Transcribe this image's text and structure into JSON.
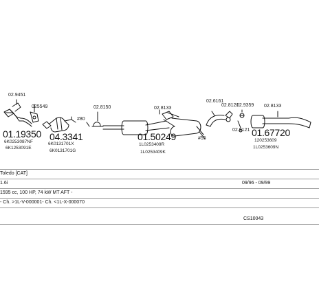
{
  "parts": {
    "p1_code": "01.19350",
    "p1_ref1": "6K0253087NF",
    "p1_ref2": "6K1253091E",
    "p1_small": "02.9451",
    "p2_small": "025549",
    "p3_code": "04.3341",
    "p3_ref1": "6K0131701X",
    "p3_ref2": "6K0131701G",
    "p3_ref3": "#80",
    "p4_small": "02.8150",
    "p5_small": "02.8133",
    "p6_code": "01.50249",
    "p6_ref1": "1L0253409R",
    "p6_ref2": "1L0253409K",
    "p6_ref3": "#55",
    "p7_small": "02.6161",
    "p8_small1": "02.8121",
    "p8_small2": "02.9359",
    "p8_small3": "02.9121",
    "p9_small": "02.8133",
    "p9_code": "01.67720",
    "p9_ref1": "120253609",
    "p9_ref2": "1L0253609N"
  },
  "vehicle": {
    "model": "Toledo  [CAT]",
    "engine": "1.6i",
    "dates": "09/96 - 09/99",
    "spec": "1595 cc, 100 HP, 74 kW MT AFT -",
    "chassis": "- Ch. >1L-V-000001- Ch. <1L-X-000070",
    "code": "CS10043"
  }
}
